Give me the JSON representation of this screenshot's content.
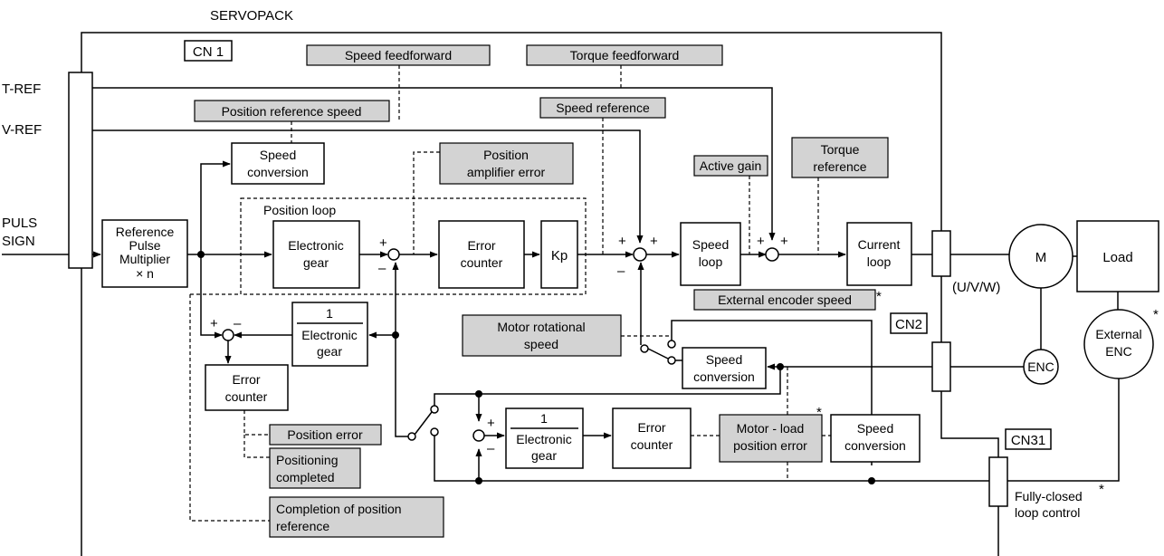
{
  "labels": {
    "servopack": "SERVOPACK",
    "cn1": "CN 1",
    "cn2": "CN2",
    "cn31": "CN31",
    "t_ref": "T-REF",
    "v_ref": "V-REF",
    "puls": "PULS",
    "sign": "SIGN",
    "uvw": "(U/V/W)",
    "position_loop": "Position loop",
    "fully_closed": [
      "Fully-closed",
      "loop control"
    ],
    "asterisk": "*"
  },
  "blocks": {
    "ref_mult": [
      "Reference",
      "Pulse",
      "Multiplier",
      "× n"
    ],
    "elec_gear": [
      "Electronic",
      "gear"
    ],
    "err_counter_main": [
      "Error",
      "counter"
    ],
    "kp": "Kp",
    "speed_conv_top": [
      "Speed",
      "conversion"
    ],
    "speed_loop": [
      "Speed",
      "loop"
    ],
    "current_loop": [
      "Current",
      "loop"
    ],
    "motor": "M",
    "load": "Load",
    "enc": "ENC",
    "ext_enc": [
      "External",
      "ENC"
    ],
    "inv_gear_1": [
      "1",
      "Electronic",
      "gear"
    ],
    "err_counter_left": [
      "Error",
      "counter"
    ],
    "speed_conv_mid": [
      "Speed",
      "conversion"
    ],
    "inv_gear_2": [
      "1",
      "Electronic",
      "gear"
    ],
    "err_counter_bottom": [
      "Error",
      "counter"
    ],
    "speed_conv_right": [
      "Speed",
      "conversion"
    ]
  },
  "monitors": {
    "speed_ff": "Speed feedforward",
    "torque_ff": "Torque feedforward",
    "pos_ref_speed": "Position reference speed",
    "speed_ref": "Speed reference",
    "pos_amp_err": [
      "Position",
      "amplifier error"
    ],
    "active_gain": "Active gain",
    "torque_ref": [
      "Torque",
      "reference"
    ],
    "ext_enc_speed": "External encoder speed",
    "motor_rot_speed": [
      "Motor  rotational",
      "speed"
    ],
    "pos_error": "Position error",
    "positioning_completed": [
      "Positioning",
      "completed"
    ],
    "motor_load_err": [
      "Motor - load",
      "position error"
    ],
    "completion_pos_ref": [
      "Completion of position",
      "reference"
    ]
  },
  "signs": {
    "plus": "+",
    "minus": "–"
  }
}
